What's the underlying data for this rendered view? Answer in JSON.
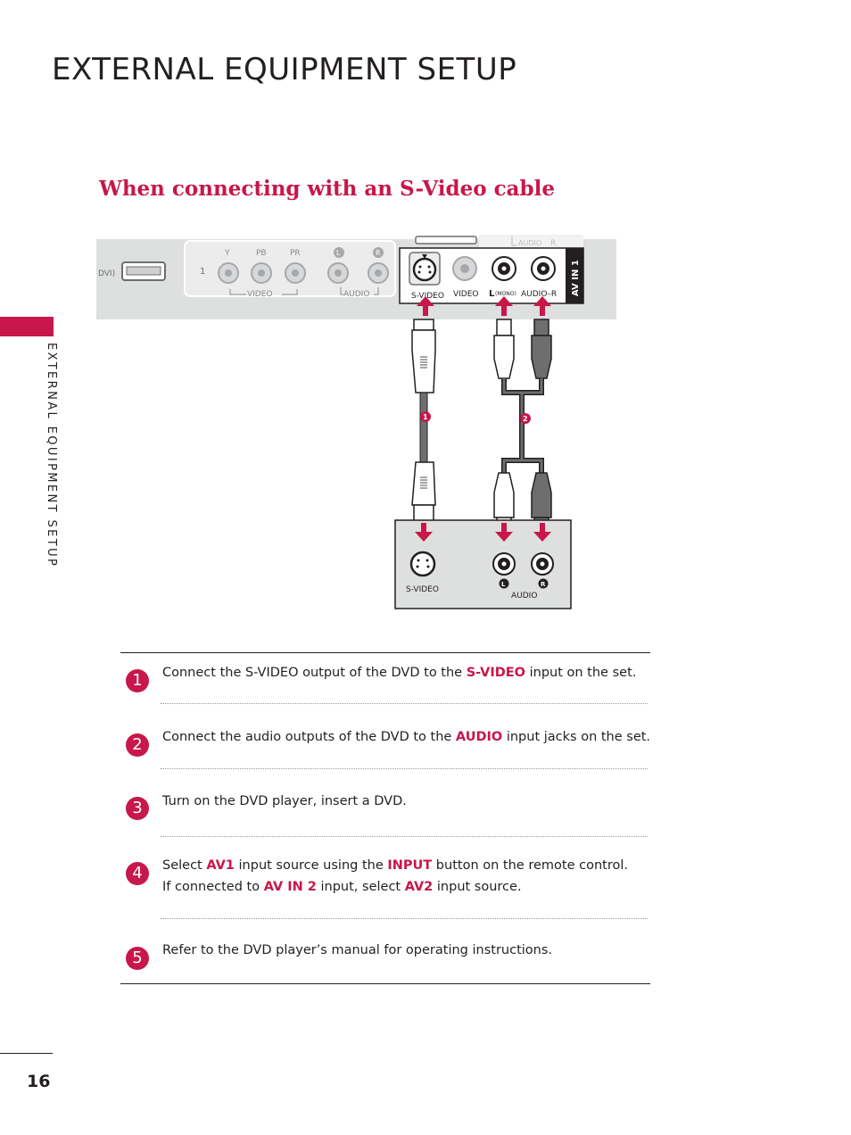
{
  "page": {
    "title": "EXTERNAL EQUIPMENT SETUP",
    "side_label": "EXTERNAL EQUIPMENT SETUP",
    "section_heading": "When connecting with an S-Video cable",
    "page_number": "16",
    "accent_color": "#c8174a"
  },
  "diagram": {
    "tv_panel": {
      "hdmi_label": "DVI)",
      "component_number": "1",
      "component_y": "Y",
      "component_pb": "PB",
      "component_pr": "PR",
      "audio_l": "L",
      "audio_r": "R",
      "video_group_label": "VIDEO",
      "audio_group_label": "AUDIO",
      "top_audio_label": "AUDIO",
      "top_audio_l": "L",
      "top_audio_r": "R",
      "av_in_label": "AV IN 1",
      "svideo_label": "S-VIDEO",
      "video_label": "VIDEO",
      "mono_l": "L",
      "mono_label": "(MONO)",
      "audio_r_label": "AUDIO–R"
    },
    "cable_1": "1",
    "cable_2": "2",
    "dvd_panel": {
      "svideo_label": "S-VIDEO",
      "audio_label": "AUDIO",
      "l_badge": "L",
      "r_badge": "R"
    }
  },
  "steps": [
    {
      "number": "1",
      "parts": [
        "Connect the S-VIDEO output of the DVD to the ",
        "S-VIDEO",
        " input on the set."
      ]
    },
    {
      "number": "2",
      "parts": [
        "Connect the audio outputs of the DVD to the ",
        "AUDIO",
        " input jacks on the set."
      ]
    },
    {
      "number": "3",
      "parts": [
        "Turn on the DVD player, insert a DVD."
      ]
    },
    {
      "number": "4",
      "line1": [
        "Select ",
        "AV1",
        " input source using the ",
        "INPUT",
        " button on the remote control."
      ],
      "line2": [
        "If connected to ",
        "AV IN 2",
        " input, select ",
        "AV2",
        " input source."
      ]
    },
    {
      "number": "5",
      "parts": [
        "Refer to the DVD player’s manual for operating instructions."
      ]
    }
  ]
}
